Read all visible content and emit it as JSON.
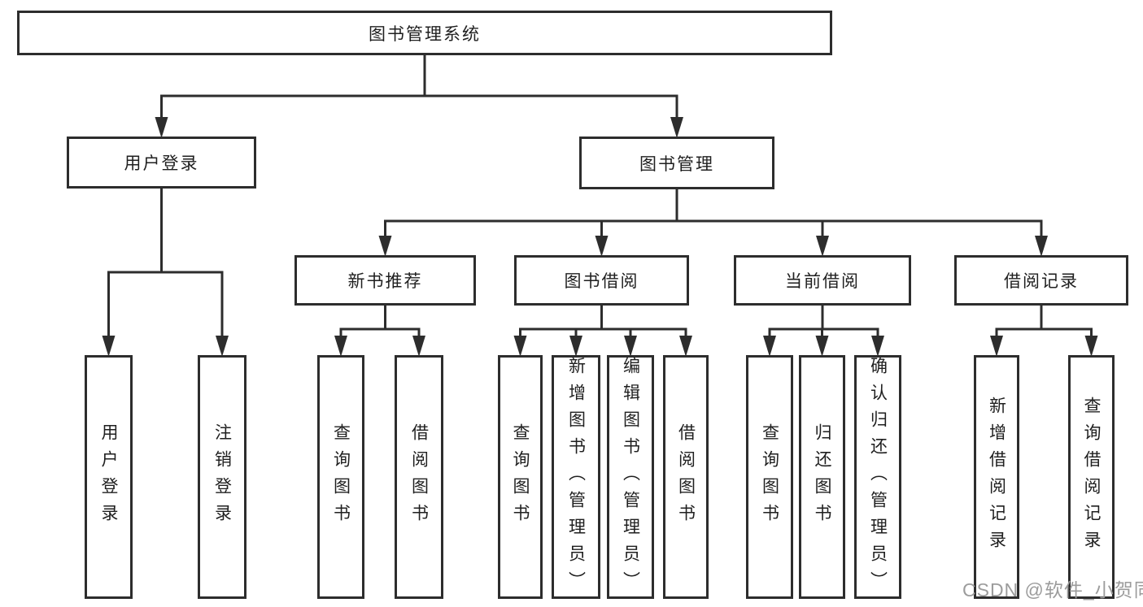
{
  "diagram": {
    "tree": {
      "root": {
        "label": "图书管理系统",
        "children": [
          {
            "label": "用户登录",
            "children": [
              {
                "label": "用户登录"
              },
              {
                "label": "注销登录"
              }
            ]
          },
          {
            "label": "图书管理",
            "children": [
              {
                "label": "新书推荐",
                "children": [
                  {
                    "label": "查询图书"
                  },
                  {
                    "label": "借阅图书"
                  }
                ]
              },
              {
                "label": "图书借阅",
                "children": [
                  {
                    "label": "查询图书"
                  },
                  {
                    "label": "新增图书（管理员）"
                  },
                  {
                    "label": "编辑图书（管理员）"
                  },
                  {
                    "label": "借阅图书"
                  }
                ]
              },
              {
                "label": "当前借阅",
                "children": [
                  {
                    "label": "查询图书"
                  },
                  {
                    "label": "归还图书"
                  },
                  {
                    "label": "确认归还（管理员）"
                  }
                ]
              },
              {
                "label": "借阅记录",
                "children": [
                  {
                    "label": "新增借阅记录"
                  },
                  {
                    "label": "查询借阅记录"
                  }
                ]
              }
            ]
          }
        ]
      }
    },
    "colors": {
      "line": "#2d2d2d",
      "border": "#2d2d2d",
      "text": "#1f1f1f",
      "background": "#ffffff",
      "watermark": "#9c9c9c"
    }
  },
  "watermark": {
    "text": "CSDN @软件_小贺同学"
  }
}
